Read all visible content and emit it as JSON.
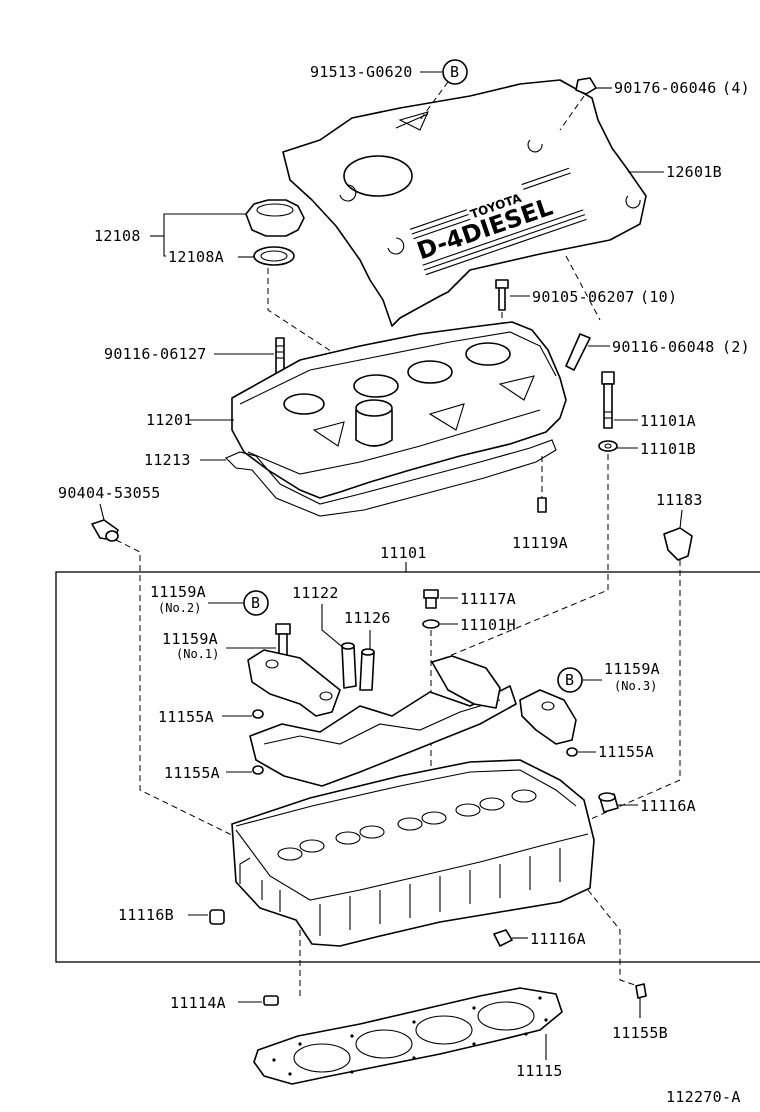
{
  "labels": {
    "p91513": "91513-G0620",
    "p90176": "90176-06046",
    "p90176_qty": "(4)",
    "p12601B": "12601B",
    "p12108": "12108",
    "p12108A": "12108A",
    "p90105": "90105-06207",
    "p90105_qty": "(10)",
    "p90116_06127": "90116-06127",
    "p90116_06048": "90116-06048",
    "p90116_06048_qty": "(2)",
    "p11201": "11201",
    "p11101A": "11101A",
    "p11101B": "11101B",
    "p11213": "11213",
    "p90404": "90404-53055",
    "p11183": "11183",
    "p11119A": "11119A",
    "p11101": "11101",
    "p11159A_no2": "11159A",
    "no2": "(No.2)",
    "p11122": "11122",
    "p11117A": "11117A",
    "p11126": "11126",
    "p11101H": "11101H",
    "p11159A_no1": "11159A",
    "no1": "(No.1)",
    "p11159A_no3": "11159A",
    "no3": "(No.3)",
    "p11155A_1": "11155A",
    "p11155A_2": "11155A",
    "p11155A_3": "11155A",
    "p11116A_1": "11116A",
    "p11116B": "11116B",
    "p11116A_2": "11116A",
    "p11114A": "11114A",
    "p11155B": "11155B",
    "p11115": "11115",
    "diagram_id": "112270-A"
  },
  "callouts": {
    "b_top": "B",
    "b_no2": "B",
    "b_no3": "B"
  },
  "emblem": {
    "brand": "TOYOTA",
    "model": "D-4DIESEL"
  }
}
